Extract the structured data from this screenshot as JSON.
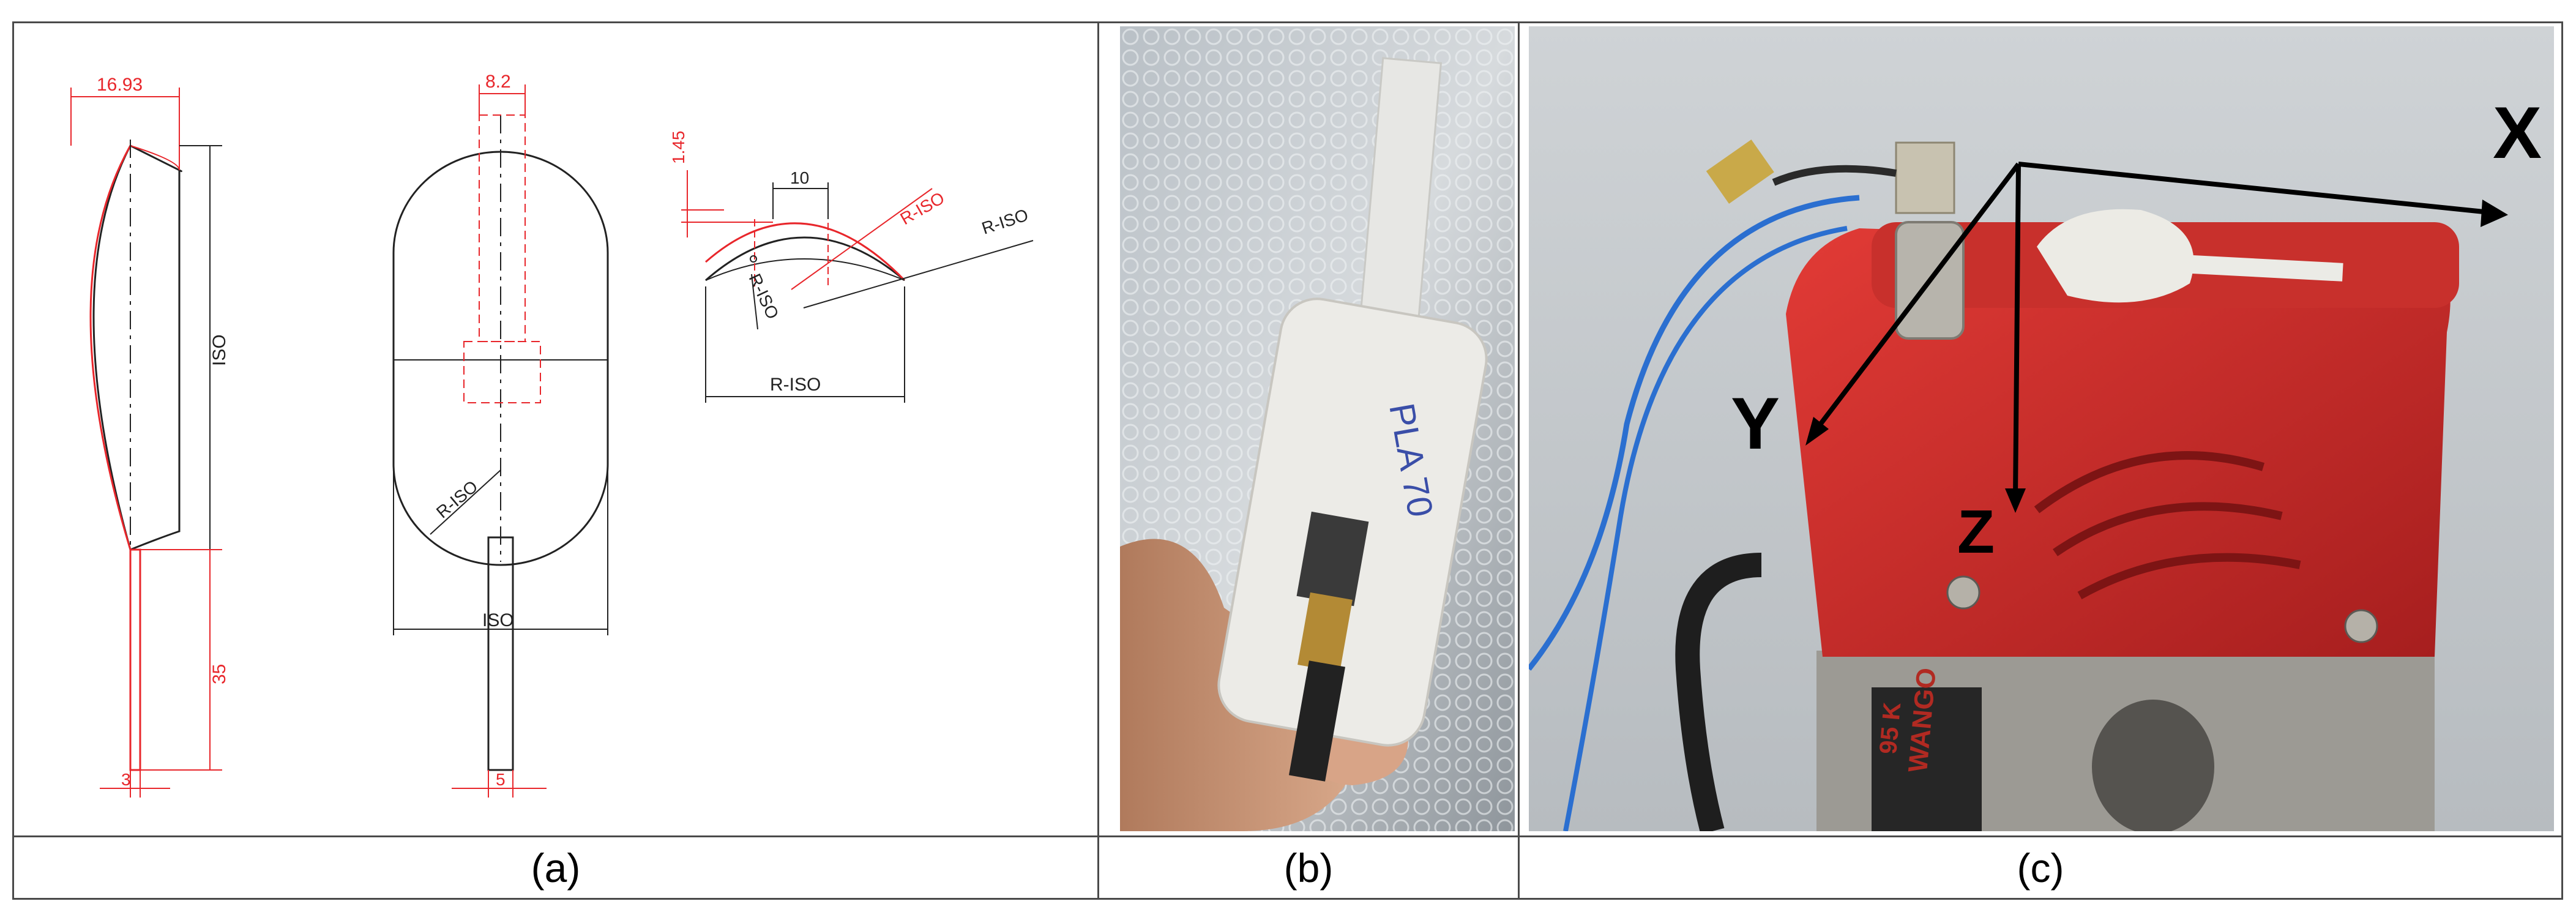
{
  "captions": {
    "a": "(a)",
    "b": "(b)",
    "c": "(c)"
  },
  "drawing": {
    "side": {
      "width_dim": "16.93",
      "height_label": "ISO",
      "stem_length": "35",
      "stem_width": "3"
    },
    "front": {
      "width_dim": "8.2",
      "radius_label": "R-ISO",
      "width_label": "ISO",
      "stem_width": "5"
    },
    "section": {
      "offset_dim": "1.45",
      "width_dim": "10",
      "radius_outer_red": "R-ISO",
      "radius_outer": "R-ISO",
      "radius_inner": "R-ISO",
      "chord_label": "R-ISO"
    }
  },
  "photo_b": {
    "handwriting": "PLA 70"
  },
  "photo_c": {
    "axis_x": "X",
    "axis_y": "Y",
    "axis_z": "Z",
    "tool_text": "WANGO",
    "tool_model": "95 K"
  },
  "colors": {
    "dimension": "#e8262b",
    "outline": "#222222",
    "tool_red": "#d42a2a",
    "cable_blue": "#2b6fd0"
  }
}
